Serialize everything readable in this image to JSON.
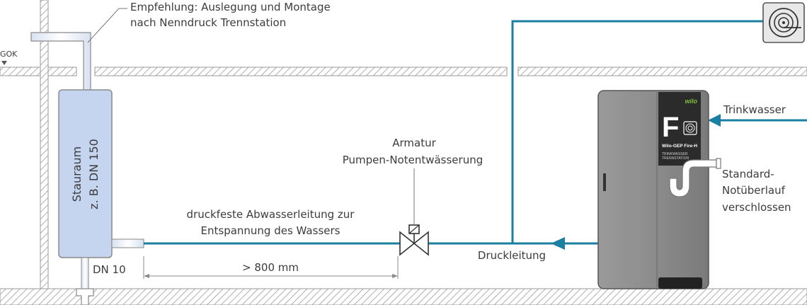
{
  "labels": {
    "recommendation_line1": "Empfehlung: Auslegung und Montage",
    "recommendation_line2": "nach Nenndruck Trennstation",
    "gok": "GOK",
    "storage_line1": "Stauraum",
    "storage_line2": "z. B. DN 150",
    "dn10": "DN 10",
    "distance": "> 800 mm",
    "drain_line1": "druckfeste Abwasserleitung zur",
    "drain_line2": "Entspannung des Wassers",
    "valve_line1": "Armatur",
    "valve_line2": "Pumpen-Notentwässerung",
    "pressure_line": "Druckleitung",
    "drinking_water": "Trinkwasser",
    "overflow_line1": "Standard-",
    "overflow_line2": "Notüberlauf",
    "overflow_line3": "verschlossen"
  },
  "device": {
    "brand": "wilo",
    "letter": "F",
    "model": "Wilo-GEP Fire-H",
    "type_line1": "TRINKWASSER",
    "type_line2": "TRENNSTATION"
  },
  "icons": {
    "hose_reel": "hose-reel-icon",
    "valve": "valve-icon"
  },
  "colors": {
    "pipe": "#1a7fa0",
    "storage_fill": "#c5d5ef",
    "hatch": "#9a9a9a",
    "device_body": "#8a8a8a",
    "device_panel": "#2b2b2b",
    "brand_green": "#7fbf3f",
    "text": "#3c3c3c"
  }
}
